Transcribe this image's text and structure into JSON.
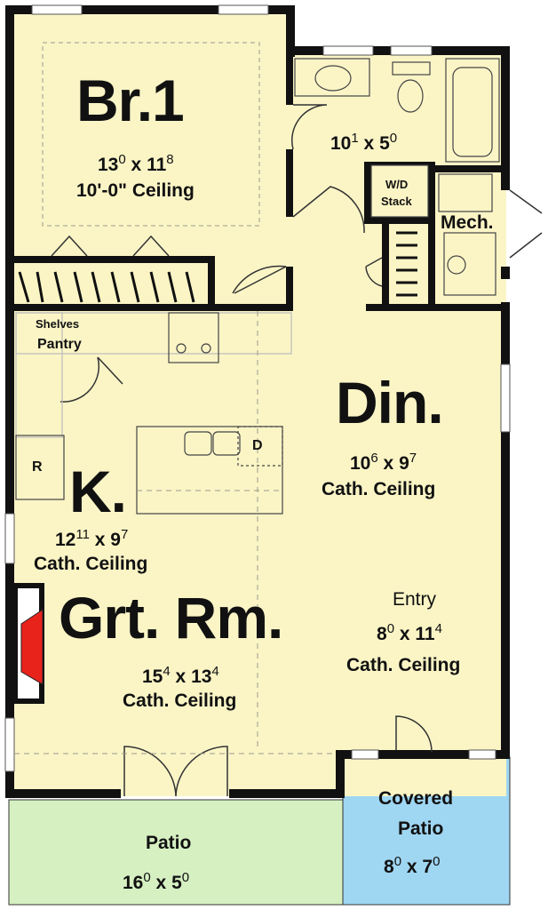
{
  "rooms": {
    "br1": {
      "name": "Br.1",
      "w": "13",
      "w_sup": "0",
      "h": "11",
      "h_sup": "8",
      "ceiling": "10'-0\" Ceiling"
    },
    "bath": {
      "w": "10",
      "w_sup": "1",
      "h": "5",
      "h_sup": "0"
    },
    "wd": {
      "line1": "W/D",
      "line2": "Stack"
    },
    "mech": {
      "name": "Mech."
    },
    "pantry": {
      "shelves": "Shelves",
      "name": "Pantry"
    },
    "fridge": {
      "label": "R"
    },
    "dishwasher": {
      "label": "D"
    },
    "din": {
      "name": "Din.",
      "w": "10",
      "w_sup": "6",
      "h": "9",
      "h_sup": "7",
      "ceiling": "Cath. Ceiling"
    },
    "kitchen": {
      "name": "K.",
      "w": "12",
      "w_sup": "11",
      "h": "9",
      "h_sup": "7",
      "ceiling": "Cath. Ceiling"
    },
    "grt": {
      "name": "Grt. Rm.",
      "w": "15",
      "w_sup": "4",
      "h": "13",
      "h_sup": "4",
      "ceiling": "Cath. Ceiling"
    },
    "entry": {
      "name": "Entry",
      "w": "8",
      "w_sup": "0",
      "h": "11",
      "h_sup": "4",
      "ceiling": "Cath. Ceiling"
    },
    "patio": {
      "name": "Patio",
      "w": "16",
      "w_sup": "0",
      "h": "5",
      "h_sup": "0"
    },
    "covered": {
      "line1": "Covered",
      "line2": "Patio",
      "w": "8",
      "w_sup": "0",
      "h": "7",
      "h_sup": "0"
    }
  },
  "colors": {
    "floor": "#fbf5c6",
    "wall": "#111111",
    "patio": "#d6f0c2",
    "covered_patio": "#9fd6f2",
    "fireplace": "#e8231c",
    "dash": "#9a9a8a"
  }
}
